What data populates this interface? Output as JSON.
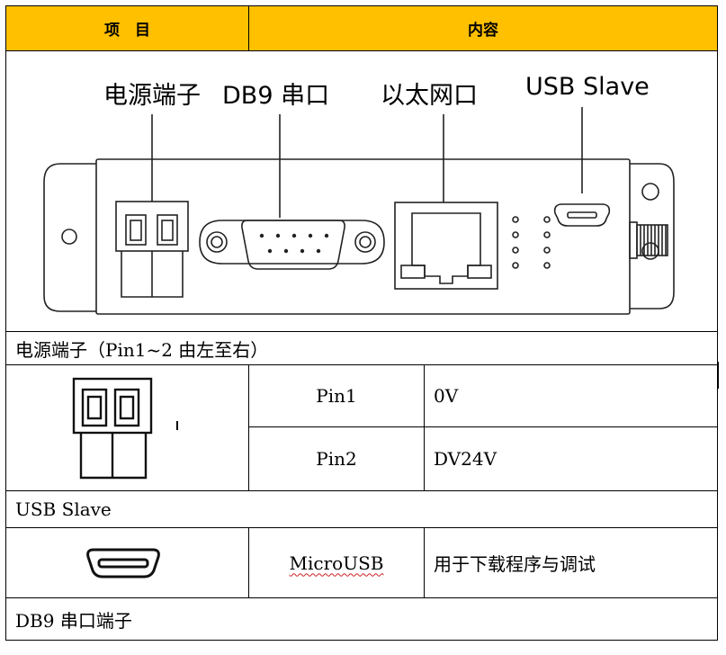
{
  "header": {
    "col_item": "项　目",
    "col_content": "内容"
  },
  "diagram": {
    "labels": {
      "power": "电源端子",
      "db9": "DB9 串口",
      "ethernet": "以太网口",
      "usb": "USB Slave"
    },
    "icons": [
      "power-terminal-icon",
      "db9-connector-icon",
      "rj45-port-icon",
      "micro-usb-icon",
      "antenna-connector-icon",
      "mount-hole-icon",
      "led-indicator-icon"
    ]
  },
  "sections": {
    "power": {
      "title": "电源端子（Pin1~2 由左至右）",
      "pins": [
        {
          "name": "Pin1",
          "value": "0V"
        },
        {
          "name": "Pin2",
          "value": "DV24V"
        }
      ]
    },
    "usb": {
      "title": "USB Slave",
      "name": "MicroUSB",
      "desc": "用于下载程序与调试"
    },
    "db9": {
      "title": "DB9 串口端子"
    }
  },
  "colors": {
    "header_bg": "#FFC000",
    "border": "#000000",
    "underline_wavy": "#d02020"
  }
}
